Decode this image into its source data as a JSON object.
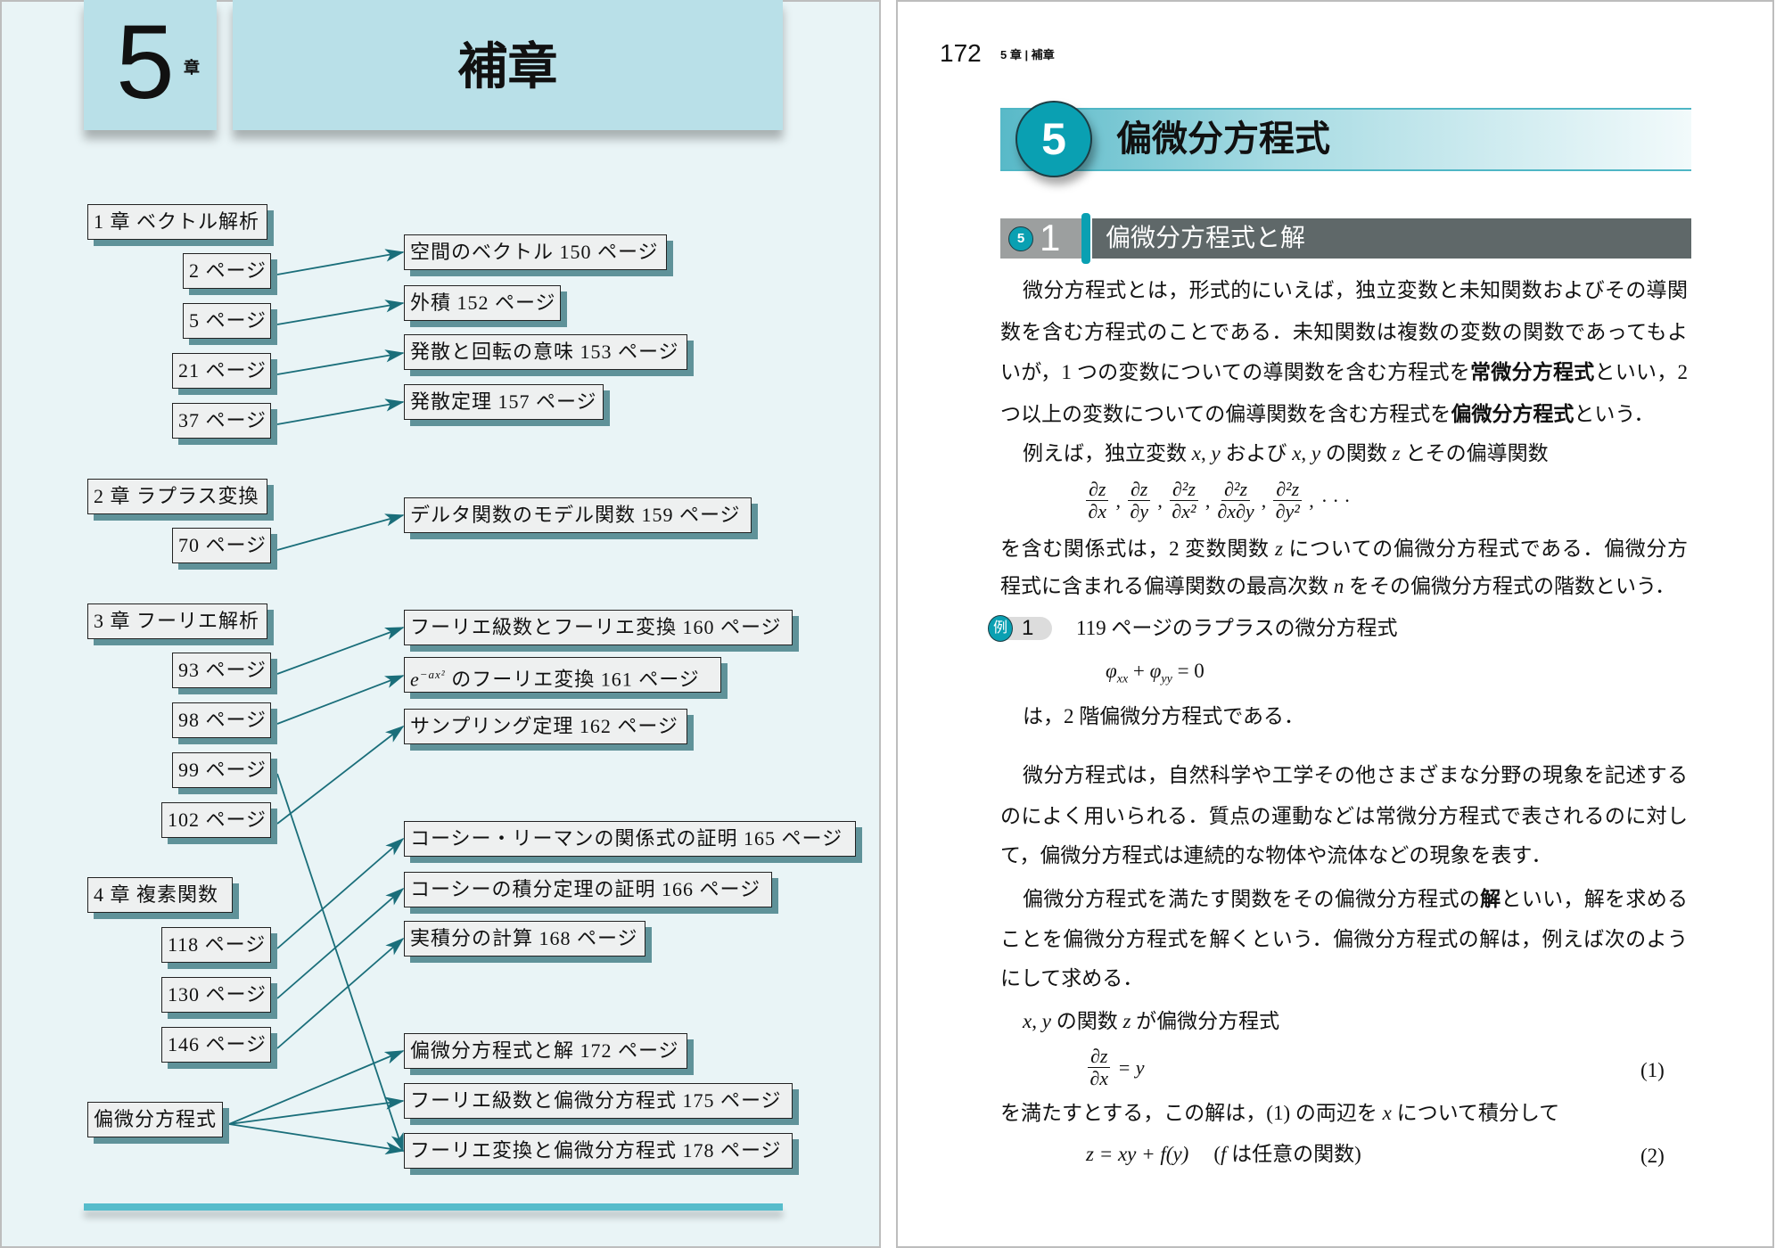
{
  "left_page": {
    "chapter_number": "5",
    "chapter_label": "章",
    "chapter_title": "補章",
    "colors": {
      "background": "#e9f4f6",
      "header": "#b9e0e8",
      "arrow": "#1a6e7a",
      "box_shadow": "#5f9299",
      "bottom_bar": "#56bccb"
    },
    "sources": [
      {
        "label": "1 章 ベクトル解析"
      },
      {
        "label": "2 ページ"
      },
      {
        "label": "5 ページ"
      },
      {
        "label": "21 ページ"
      },
      {
        "label": "37 ページ"
      },
      {
        "label": "2 章 ラプラス変換"
      },
      {
        "label": "70 ページ"
      },
      {
        "label": "3 章 フーリエ解析"
      },
      {
        "label": "93 ページ"
      },
      {
        "label": "98 ページ"
      },
      {
        "label": "99 ページ"
      },
      {
        "label": "102 ページ"
      },
      {
        "label": "4 章 複素関数"
      },
      {
        "label": "118 ページ"
      },
      {
        "label": "130 ページ"
      },
      {
        "label": "146 ページ"
      },
      {
        "label": "偏微分方程式"
      }
    ],
    "targets": [
      {
        "label": "空間のベクトル 150 ページ"
      },
      {
        "label": "外積 152 ページ"
      },
      {
        "label": "発散と回転の意味 153 ページ"
      },
      {
        "label": "発散定理 157 ページ"
      },
      {
        "label": "デルタ関数のモデル関数 159 ページ"
      },
      {
        "label": "フーリエ級数とフーリエ変換 160 ページ"
      },
      {
        "label_math": "e",
        "label_sup": "−ax²",
        "label_rest": " のフーリエ変換 161 ページ"
      },
      {
        "label": "サンプリング定理 162 ページ"
      },
      {
        "label": "コーシー・リーマンの関係式の証明 165 ページ"
      },
      {
        "label": "コーシーの積分定理の証明 166 ページ"
      },
      {
        "label": "実積分の計算 168 ページ"
      },
      {
        "label": "偏微分方程式と解 172 ページ"
      },
      {
        "label": "フーリエ級数と偏微分方程式 175 ページ"
      },
      {
        "label": "フーリエ変換と偏微分方程式 178 ページ"
      }
    ],
    "links": [
      [
        "2 ページ",
        "空間のベクトル 150 ページ"
      ],
      [
        "5 ページ",
        "外積 152 ページ"
      ],
      [
        "21 ページ",
        "発散と回転の意味 153 ページ"
      ],
      [
        "37 ページ",
        "発散定理 157 ページ"
      ],
      [
        "70 ページ",
        "デルタ関数のモデル関数 159 ページ"
      ],
      [
        "93 ページ",
        "フーリエ級数とフーリエ変換 160 ページ"
      ],
      [
        "98 ページ",
        "e^{-ax^2} のフーリエ変換 161 ページ"
      ],
      [
        "99 ページ",
        "フーリエ変換と偏微分方程式 178 ページ"
      ],
      [
        "102 ページ",
        "サンプリング定理 162 ページ"
      ],
      [
        "118 ページ",
        "コーシー・リーマンの関係式の証明 165 ページ"
      ],
      [
        "130 ページ",
        "コーシーの積分定理の証明 166 ページ"
      ],
      [
        "146 ページ",
        "実積分の計算 168 ページ"
      ],
      [
        "偏微分方程式",
        "偏微分方程式と解 172 ページ"
      ],
      [
        "偏微分方程式",
        "フーリエ級数と偏微分方程式 175 ページ"
      ],
      [
        "偏微分方程式",
        "フーリエ変換と偏微分方程式 178 ページ"
      ]
    ]
  },
  "right_page": {
    "page_number": "172",
    "running_head": "5 章 | 補章",
    "section": {
      "number": "5",
      "title": "偏微分方程式",
      "accent": "#0aa0b2"
    },
    "subsection": {
      "badge": "5",
      "number": "1",
      "title": "偏微分方程式と解"
    },
    "body": {
      "p1": [
        [
          "微分方程式とは，形式的にいえば，独立変数と未知関数およびその導関"
        ],
        [
          "数を含む方程式のことである．未知関数は複数の変数の関数であってもよ"
        ],
        [
          "いが，1 つの変数についての導関数を含む方程式を",
          "常微分方程式",
          "といい，2"
        ],
        [
          "つ以上の変数についての偏導関数を含む方程式を",
          "偏微分方程式",
          "という．"
        ]
      ],
      "p2": [
        "例えば，独立変数 ",
        "x",
        ", ",
        "y",
        " および ",
        "x",
        ", ",
        "y",
        " の関数 ",
        "z",
        " とその偏導関数"
      ],
      "derivatives": [
        {
          "num": "∂z",
          "den": "∂x"
        },
        {
          "num": "∂z",
          "den": "∂y"
        },
        {
          "num": "∂²z",
          "den": "∂x²"
        },
        {
          "num": "∂²z",
          "den": "∂x∂y"
        },
        {
          "num": "∂²z",
          "den": "∂y²"
        }
      ],
      "sep": ",",
      "ellipsis": "· · ·",
      "p3": [
        [
          "を含む関係式は，2 変数関数 ",
          "z",
          " についての偏微分方程式である．偏微分方"
        ],
        [
          "程式に含まれる偏導関数の最高次数 ",
          "n",
          " をその偏微分方程式の階数という．"
        ]
      ],
      "example": {
        "badge": "例",
        "number": "1",
        "text": "119 ページのラプラスの微分方程式",
        "equation": "φ_xx + φ_yy = 0",
        "eq_parts": [
          "φ",
          "xx",
          " + ",
          "φ",
          "yy",
          " = 0"
        ],
        "after": "は，2 階偏微分方程式である．"
      },
      "p4": [
        "微分方程式は，自然科学や工学その他さまざまな分野の現象を記述する",
        "のによく用いられる．質点の運動などは常微分方程式で表されるのに対し",
        "て，偏微分方程式は連続的な物体や流体などの現象を表す．"
      ],
      "p5": [
        [
          "偏微分方程式を満たす関数をその偏微分方程式の",
          "解",
          "といい，解を求める"
        ],
        [
          "ことを偏微分方程式を解くという．偏微分方程式の解は，例えば次のよう"
        ],
        [
          "にして求める．"
        ]
      ],
      "p6": [
        "x",
        ", ",
        "y",
        " の関数 ",
        "z",
        " が偏微分方程式"
      ],
      "eq1": {
        "num": "∂z",
        "den": "∂x",
        "rhs": " = y",
        "label": "(1)"
      },
      "p7": [
        "を満たすとする，この解は，(1) の両辺を ",
        "x",
        " について積分して"
      ],
      "eq2": {
        "lhs": "z = xy + f(y)",
        "note_open": "(",
        "note_f": "f",
        "note_text": " は任意の関数)",
        "label": "(2)"
      }
    }
  }
}
